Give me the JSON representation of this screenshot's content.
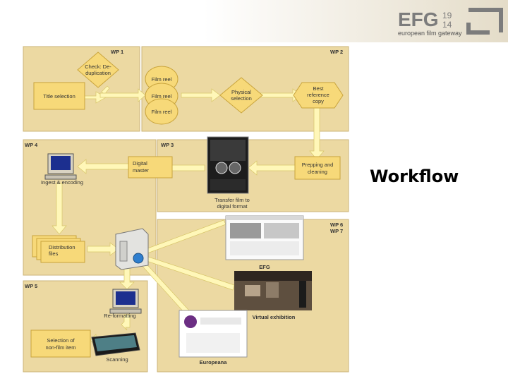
{
  "header": {
    "brand": "EFG",
    "years_top": "19",
    "years_bottom": "14",
    "tagline": "european film gateway"
  },
  "slide": {
    "title": "Workflow"
  },
  "colors": {
    "panel": "#ecd9a2",
    "box": "#f7d979",
    "arrow": "#fff7b8",
    "brand": "#7c7c7c"
  },
  "diagram": {
    "wp_labels": {
      "wp1": "WP 1",
      "wp2": "WP 2",
      "wp3": "WP 3",
      "wp4": "WP 4",
      "wp5": "WP 5",
      "wp67a": "WP 6",
      "wp67b": "WP 7"
    },
    "nodes": {
      "check_dedup_1": "Check: De-",
      "check_dedup_2": "duplication",
      "title_selection": "Title selection",
      "film_reel": "Film reel",
      "physical_1": "Physical",
      "physical_2": "selection",
      "best_1": "Best",
      "best_2": "reference",
      "best_3": "copy",
      "digital_1": "Digital",
      "digital_2": "master",
      "prepping_1": "Prepping and",
      "prepping_2": "cleaning",
      "transfer_1": "Transfer film to",
      "transfer_2": "digital format",
      "ingest": "Ingest & encoding",
      "distribution_1": "Distribution",
      "distribution_2": "files",
      "efg": "EFG",
      "virtual_exhibition": "Virtual exhibition",
      "reformatting": "Re-formatting",
      "selection_1": "Selection of",
      "selection_2": "non-film item",
      "scanning": "Scanning",
      "europeana": "Europeana"
    }
  }
}
